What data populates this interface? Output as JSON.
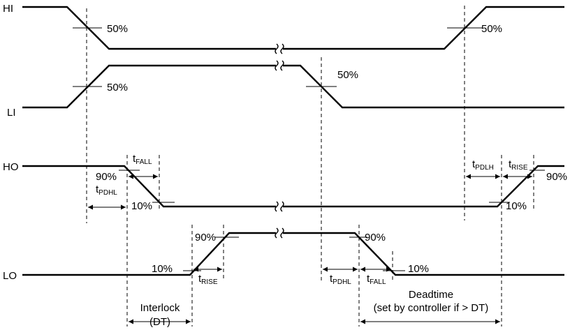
{
  "signals": {
    "hi": "HI",
    "li": "LI",
    "ho": "HO",
    "lo": "LO"
  },
  "percent": {
    "p50": "50%",
    "p90": "90%",
    "p10": "10%"
  },
  "timing": {
    "t": "t",
    "fall_sub": "FALL",
    "rise_sub": "RISE",
    "pdhl_sub": "PDHL",
    "pdlh_sub": "PDLH"
  },
  "annotations": {
    "interlock_line1": "Interlock",
    "interlock_line2": "(DT)",
    "deadtime_line1": "Deadtime",
    "deadtime_line2": "(set by controller if > DT)"
  }
}
